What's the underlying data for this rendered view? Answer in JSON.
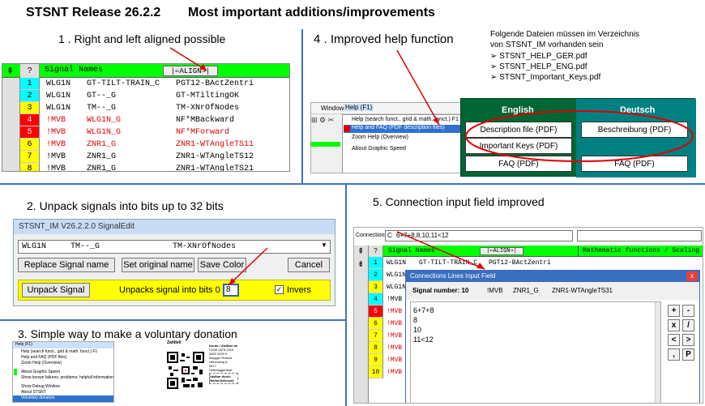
{
  "title": "STSNT Release 26.2.2",
  "subtitle": "Most important additions/improvements",
  "sec1": {
    "heading": "1 . Right and left aligned possible",
    "hdr_q": "?",
    "hdr_signal": "Signal Names",
    "align_label": "|⇐ALIGN⇒|",
    "rows": [
      {
        "n": "1",
        "a": "WLG1N",
        "b": "GT-TILT-TRAIN_C",
        "c": "PGT12-BActZentri"
      },
      {
        "n": "2",
        "a": "WLG1N",
        "b": "GT--_G",
        "c": "GT-MTiltingOK"
      },
      {
        "n": "3",
        "a": "WLG1N",
        "b": "TM--_G",
        "c": "TM-XNrOfNodes"
      },
      {
        "n": "4",
        "a": "!MVB",
        "b": "WLG1N_G",
        "c": "NF*MBackward"
      },
      {
        "n": "5",
        "a": "!MVB",
        "b": "WLG1N_G",
        "c": "NF*MForward"
      },
      {
        "n": "6",
        "a": "!MVB",
        "b": "ZNR1_G",
        "c": "ZNR1-WTAngleTS11"
      },
      {
        "n": "7",
        "a": "!MVB",
        "b": "ZNR1_G",
        "c": "ZNR1-WTAngleTS12"
      },
      {
        "n": "8",
        "a": "!MVB",
        "b": "ZNR1_G",
        "c": "ZNR1-WTAngleTS21"
      }
    ]
  },
  "sec2": {
    "heading": "2. Unpack signals into bits up to 32 bits",
    "window_title": "STSNT_IM V26.2.2.0 SignalEdit",
    "combo_value": "WLG1N     TM--_G               TM-XNrOfNodes",
    "btn_replace": "Replace Signal name",
    "btn_setorig": "Set original name",
    "btn_savecolor": "Save Color",
    "btn_cancel": "Cancel",
    "btn_unpack": "Unpack Signal",
    "unpack_text": "Unpacks signal into bits 0 to",
    "unpack_value": "8",
    "invers_label": "Invers"
  },
  "sec3": {
    "heading": "3. Simple way to make a voluntary donation",
    "menu_header": "Help (F1)",
    "menu_items": [
      "Help (search funct., grid & math. funct.)  F1",
      "Help and FAQ (PDF files)",
      "Zoom Help (Overview)",
      "About Graphic Speed",
      "Show known failures, problems; helpfull information",
      "Show Debug Window",
      "About STSNT",
      "Voluntary donation"
    ],
    "qr_title": "Zahlteil",
    "qr_side_title": "Konto / Zahlbar an",
    "qr_side_lines": [
      "CH49 0078 1015 2852 5200 5",
      "Brugger Roland",
      "Höhenweg 8",
      "5417 Untersiggenthal"
    ],
    "qr_side_title2": "Zahlbar durch (Name/Adresse)"
  },
  "sec4": {
    "heading": "4 . Improved help function",
    "note_line1": "Folgende  Dateien müssen im Verzeichnis",
    "note_line2": "von STSNT_IM vorhanden sein",
    "files": [
      "STSNT_HELP_GER.pdf",
      "STSNT_HELP_ENG.pdf",
      "STSNT_Important_Keys.pdf"
    ],
    "menu_window": "Window",
    "menu_help": "Help (F1)",
    "menu_items": [
      "Help (search funct., grid & math. funct.)  F1",
      "Help and FAQ (PDF description files)",
      "Zoom Help (Overview)",
      "About Graphic Speed"
    ],
    "english": "English",
    "deutsch": "Deutsch",
    "en_desc": "Description file (PDF)",
    "en_keys": "Important Keys  (PDF)",
    "en_faq": "FAQ  (PDF)",
    "de_desc": "Beschreibung (PDF)",
    "de_faq": "FAQ  (PDF)"
  },
  "sec5": {
    "heading": "5. Connection input field improved",
    "conn_label": "Connections:",
    "conn_prefix": "C",
    "conn_value": "6+7+8,8,10,11<12",
    "hdr_q": "?",
    "hdr_signal": "Signal Names",
    "align_label": "|⇐ALIGN⇒|",
    "hdr_math": "Mathematic functions / Scaling",
    "rows": [
      {
        "n": "1",
        "a": "WLG1N",
        "b": "GT-TILT-TRAIN_C",
        "c": "PGT12-BActZentri"
      },
      {
        "n": "2",
        "a": "WLG1N",
        "b": "",
        "c": ""
      },
      {
        "n": "3",
        "a": "WLG1N",
        "b": "",
        "c": ""
      },
      {
        "n": "4",
        "a": "!MVB",
        "b": "",
        "c": ""
      },
      {
        "n": "5",
        "a": "!MVB",
        "b": "",
        "c": ""
      },
      {
        "n": "6",
        "a": "!MVB",
        "b": "",
        "c": ""
      },
      {
        "n": "7",
        "a": "!MVB",
        "b": "",
        "c": ""
      },
      {
        "n": "8",
        "a": "!MVB",
        "b": "",
        "c": ""
      },
      {
        "n": "9",
        "a": "!MVB",
        "b": "",
        "c": ""
      },
      {
        "n": "10",
        "a": "!MVB",
        "b": "",
        "c": ""
      }
    ],
    "dialog_title": "Connections Lines Input Field",
    "dialog_close": "x",
    "sig_label": "Signal number: 10",
    "sig_a": "!MVB",
    "sig_b": "ZNR1_G",
    "sig_c": "ZNR1-WTAngleTS31",
    "lines": [
      "6+7+8",
      "8",
      "10",
      "11<12"
    ],
    "keys": [
      "+",
      "-",
      "x",
      "/",
      "<",
      ">",
      ",",
      "P"
    ]
  }
}
